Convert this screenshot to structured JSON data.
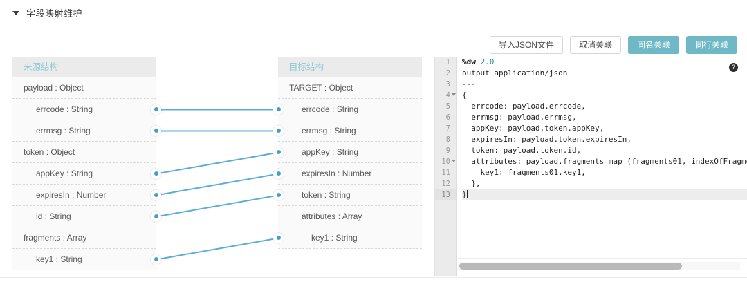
{
  "header": {
    "title": "字段映射维护",
    "caret_icon": "caret-down-icon"
  },
  "toolbar": {
    "buttons": [
      {
        "label": "导入JSON文件",
        "style": "default"
      },
      {
        "label": "取消关联",
        "style": "default"
      },
      {
        "label": "同名关联",
        "style": "primary"
      },
      {
        "label": "同行关联",
        "style": "primary"
      }
    ]
  },
  "colors": {
    "primary": "#6fb8c6",
    "link": "#3e9fd0",
    "panel_header_text": "#8fc9d3",
    "panel_header_bg": "#ebebeb",
    "row_bg": "#fafafa"
  },
  "source_panel": {
    "header": "来源结构",
    "rows": [
      {
        "label": "payload : Object",
        "indent": 0,
        "dot": false
      },
      {
        "label": "errcode : String",
        "indent": 1,
        "dot": true
      },
      {
        "label": "errmsg : String",
        "indent": 1,
        "dot": true
      },
      {
        "label": "token : Object",
        "indent": 0,
        "dot": false
      },
      {
        "label": "appKey : String",
        "indent": 1,
        "dot": true
      },
      {
        "label": "expiresIn : Number",
        "indent": 1,
        "dot": true
      },
      {
        "label": "id : String",
        "indent": 1,
        "dot": true
      },
      {
        "label": "fragments : Array",
        "indent": 0,
        "dot": false
      },
      {
        "label": "key1 : String",
        "indent": 1,
        "dot": true
      }
    ]
  },
  "target_panel": {
    "header": "目标结构",
    "rows": [
      {
        "label": "TARGET : Object",
        "indent": 0,
        "dot": false
      },
      {
        "label": "errcode : String",
        "indent": 1,
        "dot": true
      },
      {
        "label": "errmsg : String",
        "indent": 1,
        "dot": true
      },
      {
        "label": "appKey : String",
        "indent": 1,
        "dot": true
      },
      {
        "label": "expiresIn : Number",
        "indent": 1,
        "dot": true
      },
      {
        "label": "token : String",
        "indent": 1,
        "dot": true
      },
      {
        "label": "attributes : Array",
        "indent": 1,
        "dot": false
      },
      {
        "label": "key1 : String",
        "indent": 2,
        "dot": true
      }
    ]
  },
  "connections": [
    {
      "source": "errcode : String",
      "target": "errcode : String"
    },
    {
      "source": "errmsg : String",
      "target": "errmsg : String"
    },
    {
      "source": "appKey : String",
      "target": "appKey : String"
    },
    {
      "source": "expiresIn : Number",
      "target": "expiresIn : Number"
    },
    {
      "source": "id : String",
      "target": "token : String"
    },
    {
      "source": "key1 : String",
      "target": "key1 : String"
    }
  ],
  "editor": {
    "help_icon": "help-question-icon",
    "active_line": 13,
    "fold_lines": [
      4,
      10
    ],
    "lines": [
      {
        "n": 1,
        "text": "%dw 2.0"
      },
      {
        "n": 2,
        "text": "output application/json"
      },
      {
        "n": 3,
        "text": "---"
      },
      {
        "n": 4,
        "text": "{"
      },
      {
        "n": 5,
        "text": "  errcode: payload.errcode,"
      },
      {
        "n": 6,
        "text": "  errmsg: payload.errmsg,"
      },
      {
        "n": 7,
        "text": "  appKey: payload.token.appKey,"
      },
      {
        "n": 8,
        "text": "  expiresIn: payload.token.expiresIn,"
      },
      {
        "n": 9,
        "text": "  token: payload.token.id,"
      },
      {
        "n": 10,
        "text": "  attributes: payload.fragments map (fragments01, indexOfFragme"
      },
      {
        "n": 11,
        "text": "    key1: fragments01.key1,"
      },
      {
        "n": 12,
        "text": "  },"
      },
      {
        "n": 13,
        "text": "}"
      }
    ],
    "scrollbar": "horizontal-scrollbar"
  }
}
